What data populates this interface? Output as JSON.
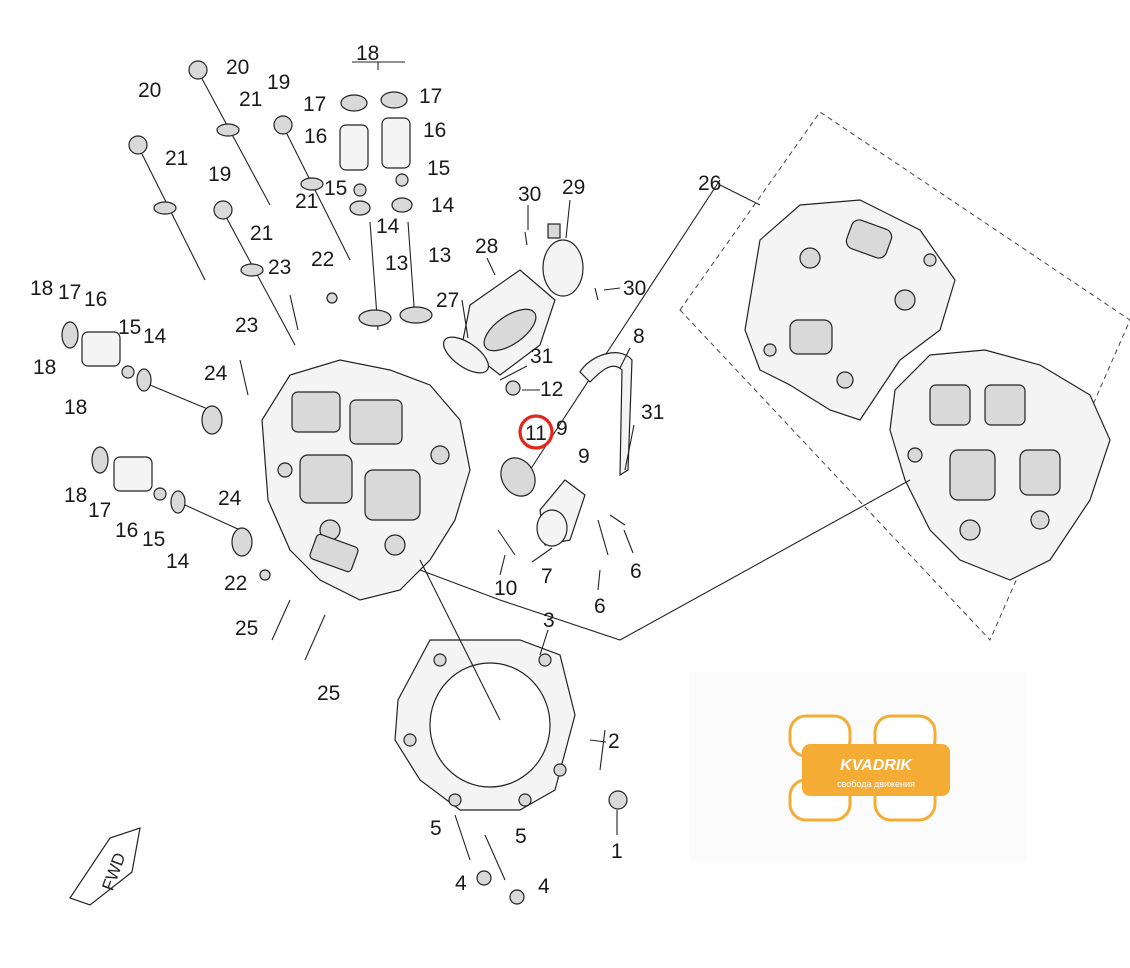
{
  "accent_color": "#e3261c",
  "watermark_color": "#f5a524",
  "highlighted_callout": "11",
  "callouts": {
    "c1": "1",
    "c2": "2",
    "c3": "3",
    "c4a": "4",
    "c4b": "4",
    "c5a": "5",
    "c5b": "5",
    "c6a": "6",
    "c6b": "6",
    "c7": "7",
    "c8": "8",
    "c9a": "9",
    "c9b": "9",
    "c10": "10",
    "c11": "11",
    "c12": "12",
    "c13a": "13",
    "c13b": "13",
    "c14a": "14",
    "c14b": "14",
    "c14c": "14",
    "c14d": "14",
    "c15a": "15",
    "c15b": "15",
    "c15c": "15",
    "c15d": "15",
    "c16a": "16",
    "c16b": "16",
    "c16c": "16",
    "c16d": "16",
    "c17a": "17",
    "c17b": "17",
    "c17c": "17",
    "c17d": "17",
    "c18a": "18",
    "c18b": "18",
    "c18c": "18",
    "c18d": "18",
    "c18e": "18",
    "c19a": "19",
    "c19b": "19",
    "c20a": "20",
    "c20b": "20",
    "c21a": "21",
    "c21b": "21",
    "c21c": "21",
    "c21d": "21",
    "c22a": "22",
    "c22b": "22",
    "c23a": "23",
    "c23b": "23",
    "c24a": "24",
    "c24b": "24",
    "c25a": "25",
    "c25b": "25",
    "c26": "26",
    "c27": "27",
    "c28": "28",
    "c29": "29",
    "c30a": "30",
    "c30b": "30",
    "c31a": "31",
    "c31b": "31"
  },
  "fwd_label": "FWD",
  "watermark": {
    "brand": "KVADRIK",
    "tagline": "свобода движения"
  }
}
